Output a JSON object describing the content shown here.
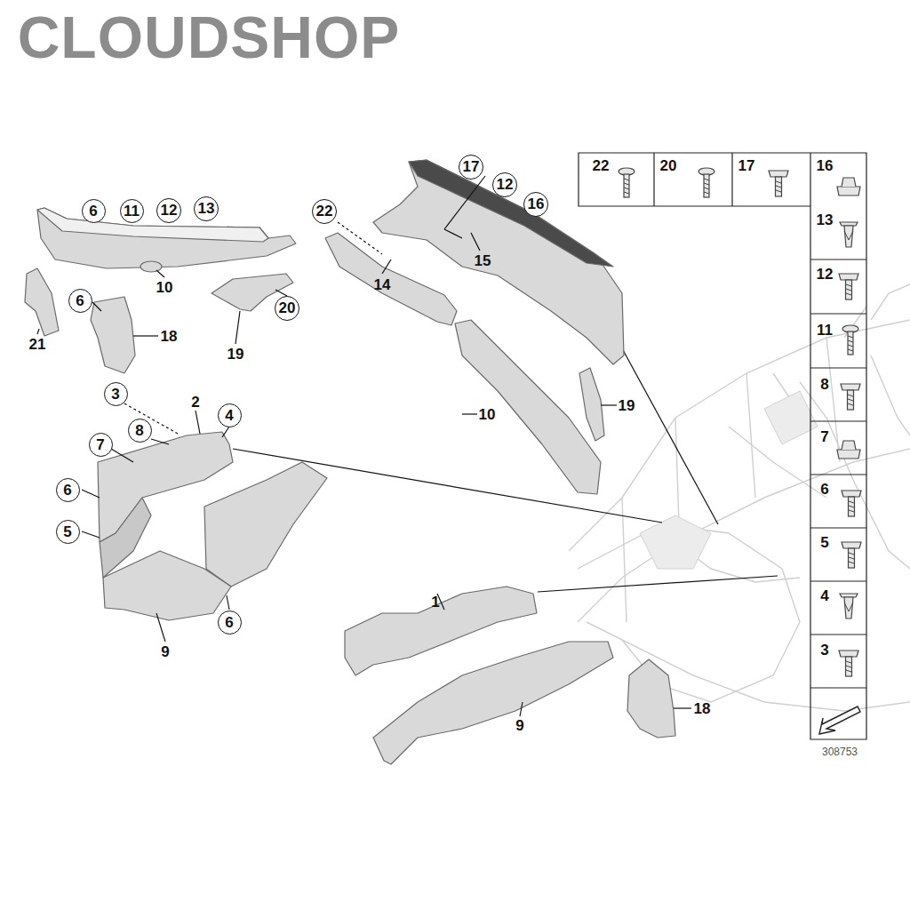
{
  "diagram": {
    "nodes": [
      {
        "text": [
          "17"
        ]
      },
      {
        "text": [
          "12"
        ]
      },
      {
        "text": [
          "16"
        ]
      },
      {
        "text": [
          "6"
        ]
      },
      {
        "text": [
          "11"
        ]
      },
      {
        "text": [
          "12"
        ]
      },
      {
        "text": [
          "13"
        ]
      },
      {
        "text": [
          "22"
        ]
      },
      {
        "text": [
          "6"
        ]
      },
      {
        "text": [
          "20"
        ]
      },
      {
        "text": [
          "3"
        ]
      },
      {
        "text": [
          "4"
        ]
      },
      {
        "text": [
          "8"
        ]
      },
      {
        "text": [
          "7"
        ]
      },
      {
        "text": [
          "6"
        ]
      },
      {
        "text": [
          "5"
        ]
      },
      {
        "text": [
          "6"
        ]
      }
    ],
    "labels": [
      "CLOUDSHOP",
      "10",
      "21",
      "18",
      "19",
      "14",
      "15",
      "2",
      "10",
      "19",
      "1",
      "9",
      "9",
      "18",
      "22",
      "20",
      "17",
      "16",
      "13",
      "12",
      "11",
      "8",
      "7",
      "6",
      "5",
      "4",
      "3",
      "308753"
    ]
  }
}
